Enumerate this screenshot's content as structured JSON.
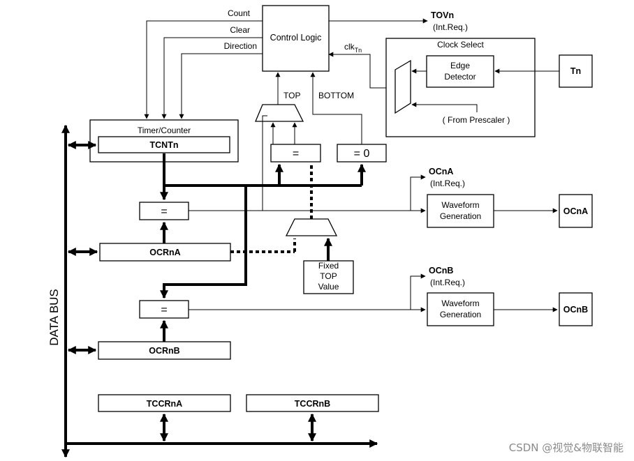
{
  "control_logic": {
    "label": "Control Logic",
    "in_count": "Count",
    "in_clear": "Clear",
    "in_direction": "Direction",
    "clk_main": "clk",
    "clk_sub": "Tn"
  },
  "tov": {
    "name": "TOVn",
    "req": "(Int.Req.)"
  },
  "clock_select": {
    "title": "Clock Select",
    "edge_line1": "Edge",
    "edge_line2": "Detector",
    "prescaler": "( From Prescaler )",
    "pin": "Tn"
  },
  "top_label": "TOP",
  "bottom_label": "BOTTOM",
  "timer_counter": {
    "title": "Timer/Counter",
    "register": "TCNTn"
  },
  "comparators": {
    "top_eq": "=",
    "zero_eq": "= 0",
    "a_eq": "=",
    "b_eq": "="
  },
  "ocra": {
    "register": "OCRnA",
    "flag": "OCnA",
    "req": "(Int.Req.)",
    "wave1": "Waveform",
    "wave2": "Generation",
    "pin": "OCnA"
  },
  "ocrb": {
    "register": "OCRnB",
    "flag": "OCnB",
    "req": "(Int.Req.)",
    "wave1": "Waveform",
    "wave2": "Generation",
    "pin": "OCnB"
  },
  "fixed_top": {
    "line1": "Fixed",
    "line2": "TOP",
    "line3": "Value"
  },
  "tccra": "TCCRnA",
  "tccrb": "TCCRnB",
  "data_bus": "DATA BUS",
  "watermark": "CSDN @视觉&物联智能"
}
